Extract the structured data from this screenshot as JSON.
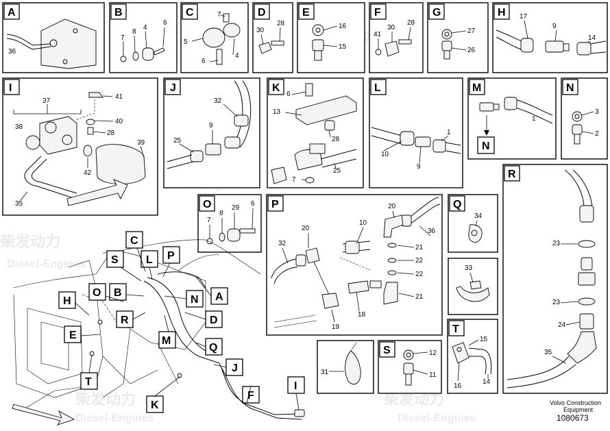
{
  "panels": {
    "A": {
      "letter": "A",
      "nums": [
        "36"
      ]
    },
    "B": {
      "letter": "B",
      "nums": [
        "7",
        "8",
        "4",
        "6"
      ]
    },
    "C": {
      "letter": "C",
      "nums": [
        "7",
        "5",
        "4",
        "6"
      ]
    },
    "D": {
      "letter": "D",
      "nums": [
        "30",
        "28"
      ]
    },
    "E": {
      "letter": "E",
      "nums": [
        "16",
        "15"
      ]
    },
    "F": {
      "letter": "F",
      "nums": [
        "41",
        "30",
        "28"
      ]
    },
    "G": {
      "letter": "G",
      "nums": [
        "27",
        "26"
      ]
    },
    "H": {
      "letter": "H",
      "nums": [
        "17",
        "9",
        "14"
      ]
    },
    "I": {
      "letter": "I",
      "nums": [
        "37",
        "41",
        "38",
        "40",
        "28",
        "39",
        "42",
        "35"
      ]
    },
    "J": {
      "letter": "J",
      "nums": [
        "32",
        "9",
        "25"
      ]
    },
    "K": {
      "letter": "K",
      "nums": [
        "6",
        "13",
        "28",
        "25",
        "7"
      ]
    },
    "L": {
      "letter": "L",
      "nums": [
        "1",
        "10",
        "9"
      ]
    },
    "M": {
      "letter": "M",
      "nums": [
        "1"
      ],
      "inner_tag": "N"
    },
    "N": {
      "letter": "N",
      "nums": [
        "3",
        "2"
      ]
    },
    "O": {
      "letter": "O",
      "nums": [
        "7",
        "8",
        "29",
        "6"
      ]
    },
    "P": {
      "letter": "P",
      "nums": [
        "20",
        "10",
        "36",
        "32",
        "20",
        "21",
        "22",
        "22",
        "18",
        "21",
        "19"
      ]
    },
    "Q": {
      "letter": "Q",
      "nums": [
        "34"
      ]
    },
    "Q2": {
      "nums": [
        "33"
      ]
    },
    "R": {
      "letter": "R",
      "nums": [
        "23",
        "23",
        "24",
        "35"
      ]
    },
    "S": {
      "letter": "S",
      "nums": [
        "12",
        "11"
      ]
    },
    "T": {
      "letter": "T",
      "nums": [
        "15",
        "16",
        "14"
      ]
    },
    "cable": {
      "nums": [
        "31"
      ]
    }
  },
  "overview_tags": [
    "C",
    "S",
    "L",
    "P",
    "O",
    "B",
    "N",
    "A",
    "H",
    "R",
    "D",
    "E",
    "M",
    "Q",
    "J",
    "T",
    "K",
    "F",
    "I"
  ],
  "watermark": {
    "line1": "柴发动力",
    "line2": "Diesel-Engines"
  },
  "footer": {
    "maker": "Volvo Construction",
    "maker2": "Equipment",
    "doc_number": "1080673"
  }
}
